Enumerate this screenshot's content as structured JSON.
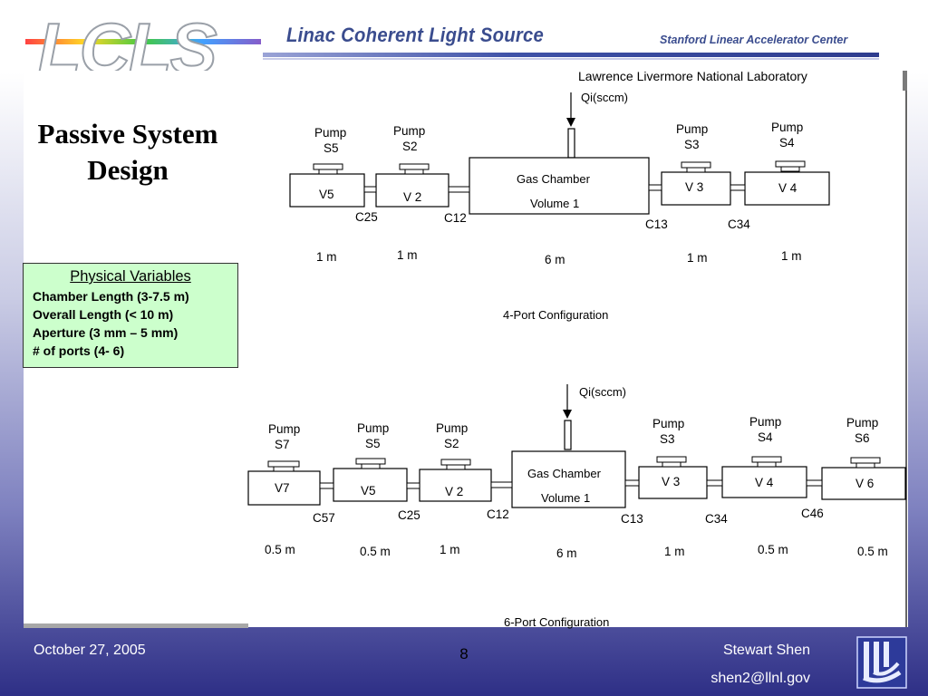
{
  "header": {
    "logo_text": "LCLS",
    "title": "Linac Coherent Light Source",
    "org": "Stanford Linear Accelerator Center"
  },
  "slide": {
    "title_line1": "Passive System",
    "title_line2": "Design"
  },
  "variables": {
    "heading": "Physical Variables",
    "items": [
      "Chamber Length (3-7.5 m)",
      "Overall Length (< 10 m)",
      "Aperture (3 mm – 5 mm)",
      "# of ports (4- 6)"
    ]
  },
  "diagram": {
    "lab_name": "Lawrence Livermore National Laboratory",
    "inflow_label": "Qi(sccm)",
    "chamber_line1": "Gas Chamber",
    "chamber_line2": "Volume 1",
    "pump_word": "Pump",
    "four_port": {
      "caption": "4-Port Configuration",
      "pumps": [
        "S5",
        "S2",
        "S3",
        "S4"
      ],
      "volumes": [
        "V5",
        "V 2",
        "V 3",
        "V 4"
      ],
      "connectors": [
        "C25",
        "C12",
        "C13",
        "C34"
      ],
      "lengths": [
        "1 m",
        "1 m",
        "6 m",
        "1 m",
        "1 m"
      ]
    },
    "six_port": {
      "caption": "6-Port Configuration",
      "pumps": [
        "S7",
        "S5",
        "S2",
        "S3",
        "S4",
        "S6"
      ],
      "volumes": [
        "V7",
        "V5",
        "V 2",
        "V 3",
        "V 4",
        "V 6"
      ],
      "connectors": [
        "C57",
        "C25",
        "C12",
        "C13",
        "C34",
        "C46"
      ],
      "lengths": [
        "0.5 m",
        "0.5 m",
        "1 m",
        "6 m",
        "1 m",
        "0.5 m",
        "0.5 m"
      ]
    }
  },
  "footer": {
    "date": "October 27,  2005",
    "page_number": "8",
    "author": "Stewart Shen",
    "email": "shen2@llnl.gov"
  },
  "colors": {
    "header_text": "#3a4c8e",
    "variables_box": "#ccffcc",
    "footer_bg": "#2e2f86"
  }
}
